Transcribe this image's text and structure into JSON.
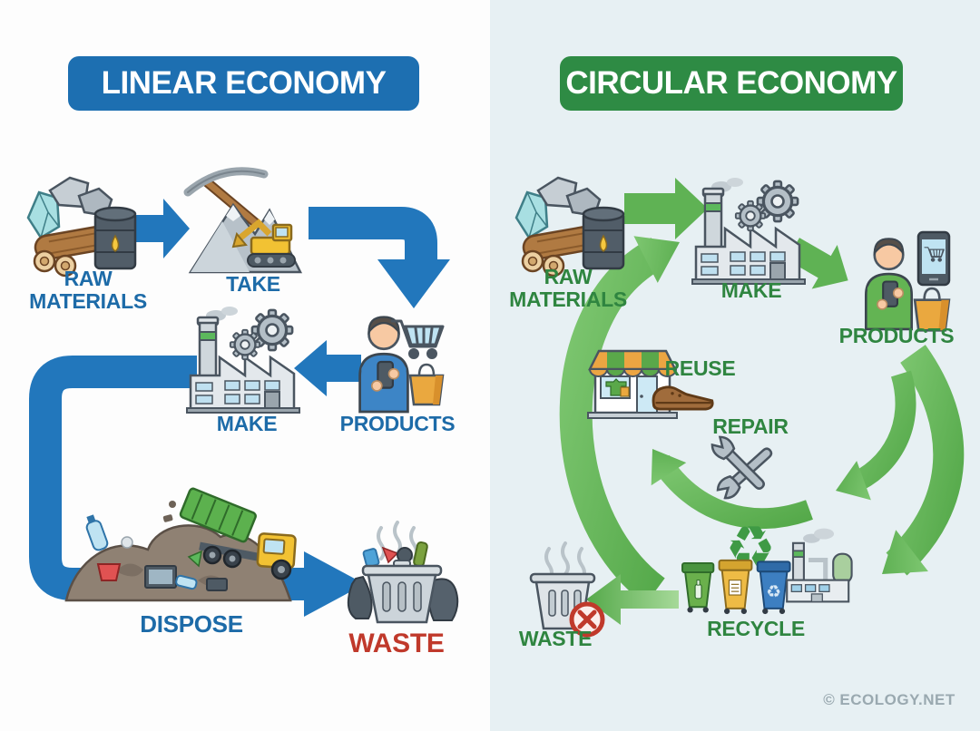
{
  "colors": {
    "linear_accent": "#1f74b4",
    "linear_banner": "#1d6fb1",
    "linear_label": "#1d6ba8",
    "circular_banner": "#2e8b44",
    "circular_label": "#2f8540",
    "green_arrow": "#5fb254",
    "waste_red": "#c0392b",
    "right_background": "#e7f0f3",
    "credit_gray": "#9aa9b0"
  },
  "linear_panel": {
    "title": "LINEAR ECONOMY",
    "steps": {
      "raw_materials": "RAW\nMATERIALS",
      "take": "TAKE",
      "make": "MAKE",
      "products": "PRODUCTS",
      "dispose": "DISPOSE",
      "waste": "WASTE"
    }
  },
  "circular_panel": {
    "title": "CIRCULAR ECONOMY",
    "steps": {
      "raw_materials": "RAW\nMATERIALS",
      "make": "MAKE",
      "products": "PRODUCTS",
      "reuse": "REUSE",
      "repair": "REPAIR",
      "recycle": "RECYCLE",
      "waste": "WASTE"
    },
    "credit": "© ECOLOGY.NET"
  },
  "icons": {
    "recycle_symbol": "♻"
  }
}
